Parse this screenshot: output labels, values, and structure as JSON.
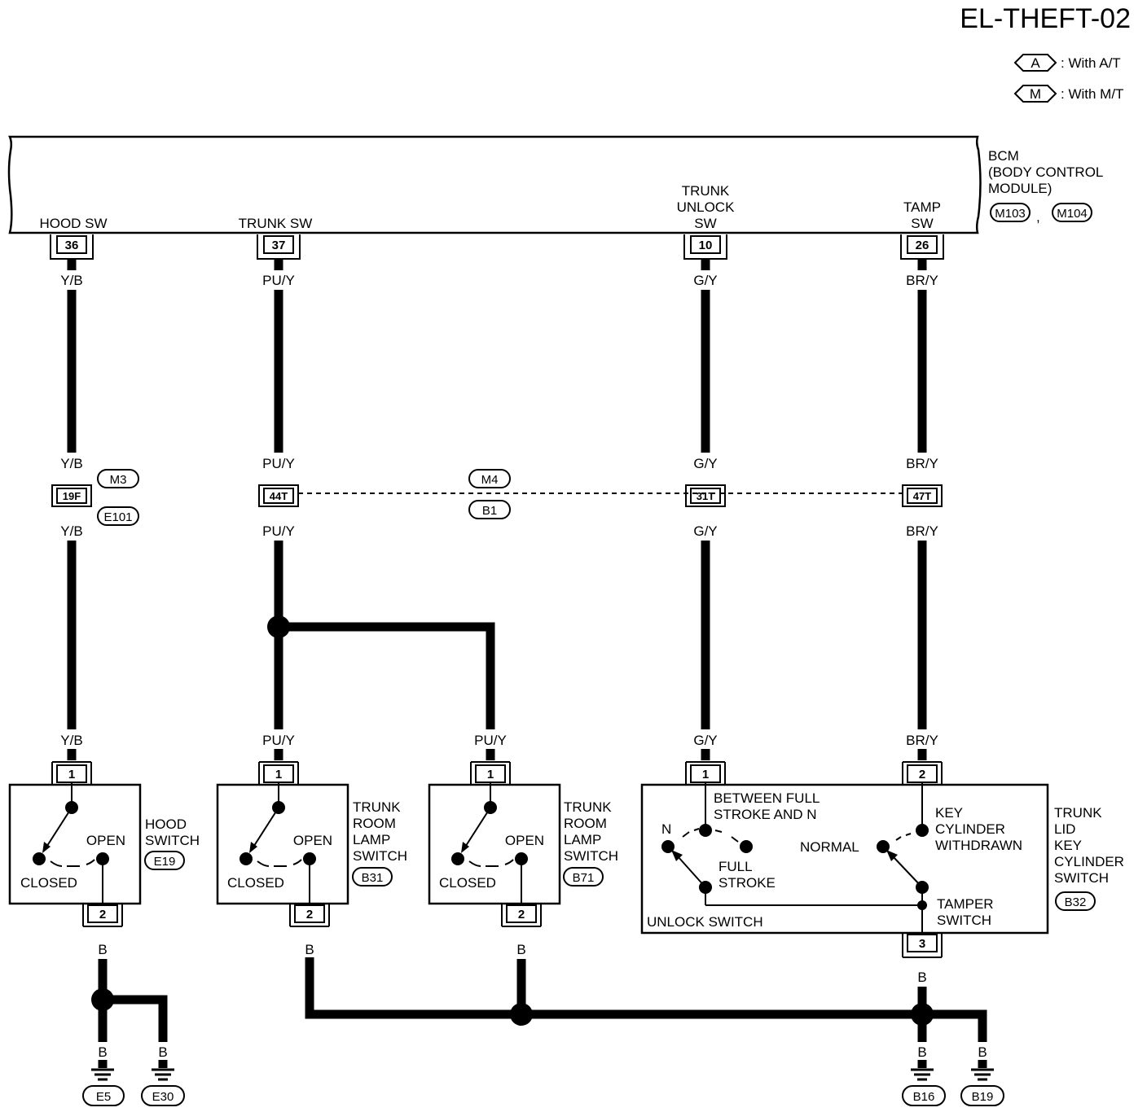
{
  "title": "EL-THEFT-02",
  "legend": [
    {
      "code": "A",
      "text": ": With A/T"
    },
    {
      "code": "M",
      "text": ": With M/T"
    }
  ],
  "bcm": {
    "label_line1": "BCM",
    "label_line2": "(BODY CONTROL",
    "label_line3": "MODULE)",
    "connectors": [
      "M103",
      "M104"
    ],
    "separator": ",",
    "terminals": [
      {
        "name": "HOOD SW",
        "pin": "36"
      },
      {
        "name": "TRUNK SW",
        "pin": "37"
      },
      {
        "name_lines": [
          "TRUNK",
          "UNLOCK",
          "SW"
        ],
        "pin": "10"
      },
      {
        "name_lines": [
          "TAMP",
          "SW"
        ],
        "pin": "26"
      }
    ]
  },
  "wire_colors": {
    "yb": "Y/B",
    "puy": "PU/Y",
    "gy": "G/Y",
    "bry": "BR/Y",
    "b": "B"
  },
  "joint_connector": {
    "pins": [
      "19F",
      "44T",
      "31T",
      "47T"
    ],
    "codes_left": [
      "M3",
      "E101"
    ],
    "codes_mid": [
      "M4",
      "B1"
    ]
  },
  "hood_switch": {
    "pin_in": "1",
    "pin_out": "2",
    "open": "OPEN",
    "closed": "CLOSED",
    "label_lines": [
      "HOOD",
      "SWITCH"
    ],
    "code": "E19"
  },
  "trunk_lamp_switch_1": {
    "pin_in": "1",
    "pin_out": "2",
    "open": "OPEN",
    "closed": "CLOSED",
    "label_lines": [
      "TRUNK",
      "ROOM",
      "LAMP",
      "SWITCH"
    ],
    "code": "B31"
  },
  "trunk_lamp_switch_2": {
    "pin_in": "1",
    "pin_out": "2",
    "open": "OPEN",
    "closed": "CLOSED",
    "label_lines": [
      "TRUNK",
      "ROOM",
      "LAMP",
      "SWITCH"
    ],
    "code": "B71"
  },
  "key_cylinder_switch": {
    "pin_unlock": "1",
    "pin_tamper": "2",
    "pin_ground": "3",
    "between_lines": [
      "BETWEEN FULL",
      "STROKE AND N"
    ],
    "n": "N",
    "full_stroke_lines": [
      "FULL",
      "STROKE"
    ],
    "unlock_switch": "UNLOCK SWITCH",
    "normal": "NORMAL",
    "key_withdrawn_lines": [
      "KEY",
      "CYLINDER",
      "WITHDRAWN"
    ],
    "tamper_lines": [
      "TAMPER",
      "SWITCH"
    ],
    "label_lines": [
      "TRUNK",
      "LID",
      "KEY",
      "CYLINDER",
      "SWITCH"
    ],
    "code": "B32"
  },
  "grounds": [
    "E5",
    "E30",
    "B16",
    "B19"
  ]
}
